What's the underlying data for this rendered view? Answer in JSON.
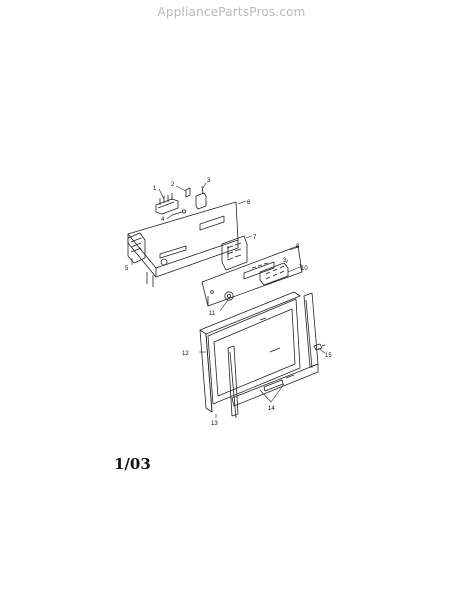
{
  "watermark": "AppliancePartsPros.com",
  "diagram": {
    "callouts": {
      "c1": "1",
      "c2": "2",
      "c3a": "3",
      "c3b": "3",
      "c4": "4",
      "c5": "5",
      "c6": "6",
      "c7": "7",
      "c8": "8",
      "c10": "10",
      "c11": "11",
      "c12": "12",
      "c13": "13",
      "c14": "14",
      "c15": "15"
    }
  },
  "footer": {
    "date_code": "1/03"
  }
}
